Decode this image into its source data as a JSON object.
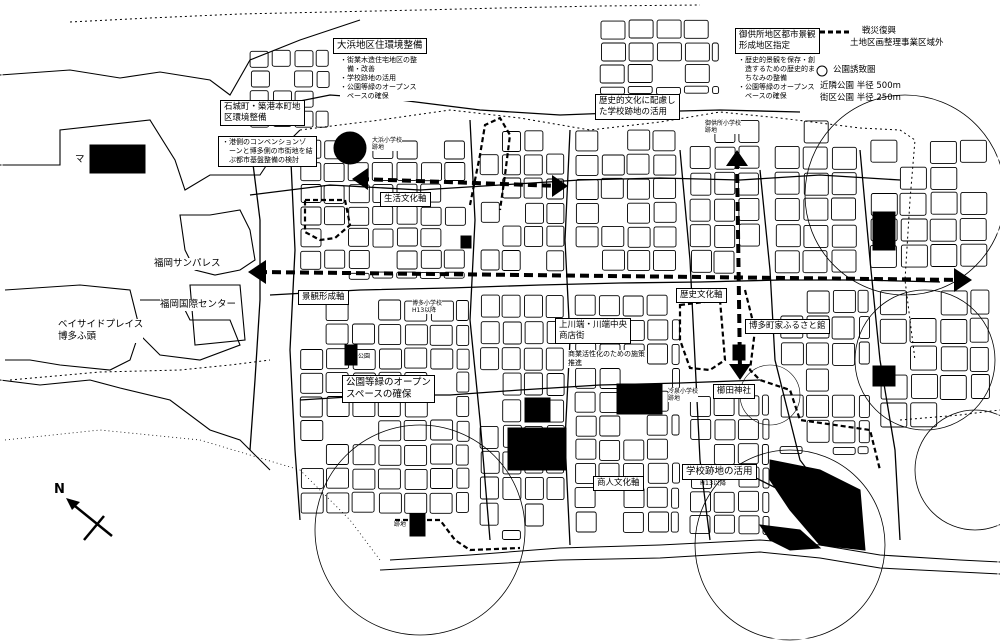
{
  "legend": {
    "reconstruction_line1": "戦災復興",
    "reconstruction_line2": "土地区画整理事業区域外",
    "park_circle": "公園誘致圏",
    "park_neighborhood": "近隣公園 半径 500m",
    "park_block": "街区公園 半径 250m"
  },
  "projects": {
    "ohama_title": "大浜地区住環境整備",
    "ohama_notes": "・街業木造住宅地区の整\n　備・改善\n・学校跡地の活用\n・公園等緑のオープンス\n　ペースの確保",
    "ishikiri_line1": "石城町・築港本町地",
    "ishikiri_line2": "区環境整備",
    "ishikiri_notes": "・港側のコンベンションゾ\n　ーンと博多側の市街地を結\n　ぶ都市基盤整備の検討",
    "gokusho_line1": "御供所地区都市景観",
    "gokusho_line2": "形成地区指定",
    "gokusho_notes": "・歴史的景観を保存・創\n　造するための歴史的ま\n　ちなみの整備\n・公園等緑のオープンス\n　ペースの確保",
    "school_history_line1": "歴史的文化に配慮し",
    "school_history_line2": "た学校跡地の活用",
    "kawabata_line1": "上川端・川端中央",
    "kawabata_line2": "商店街",
    "kawabata_note": "商業活性化のための施策\n推進",
    "park_open_line1": "公園等緑のオープン",
    "park_open_line2": "スペースの確保",
    "school_reuse": "学校跡地の活用",
    "school_reuse_note": "H13以降"
  },
  "axes": {
    "seikatsu": "生活文化軸",
    "keikan": "景観形成軸",
    "rekishi": "歴史文化軸",
    "shonin": "商人文化軸"
  },
  "places": {
    "marine_messe": "マ",
    "sunpalace": "福岡サンパレス",
    "kokusai_center": "福岡国際センター",
    "bayside_line1": "ベイサイドプレイス",
    "bayside_line2": "博多ふ頭",
    "furusato": "博多町家ふるさと館",
    "kushida": "櫛田神社",
    "ohama_school": "大浜小学校\n跡地",
    "mikasa_school": "御供所小学校\n跡地",
    "hakata_school": "博多小学校\nH13以降",
    "reisen_school": "冷泉小学校\n跡地",
    "park_small": "公園",
    "site_small": "跡地"
  },
  "compass": {
    "north": "N"
  }
}
